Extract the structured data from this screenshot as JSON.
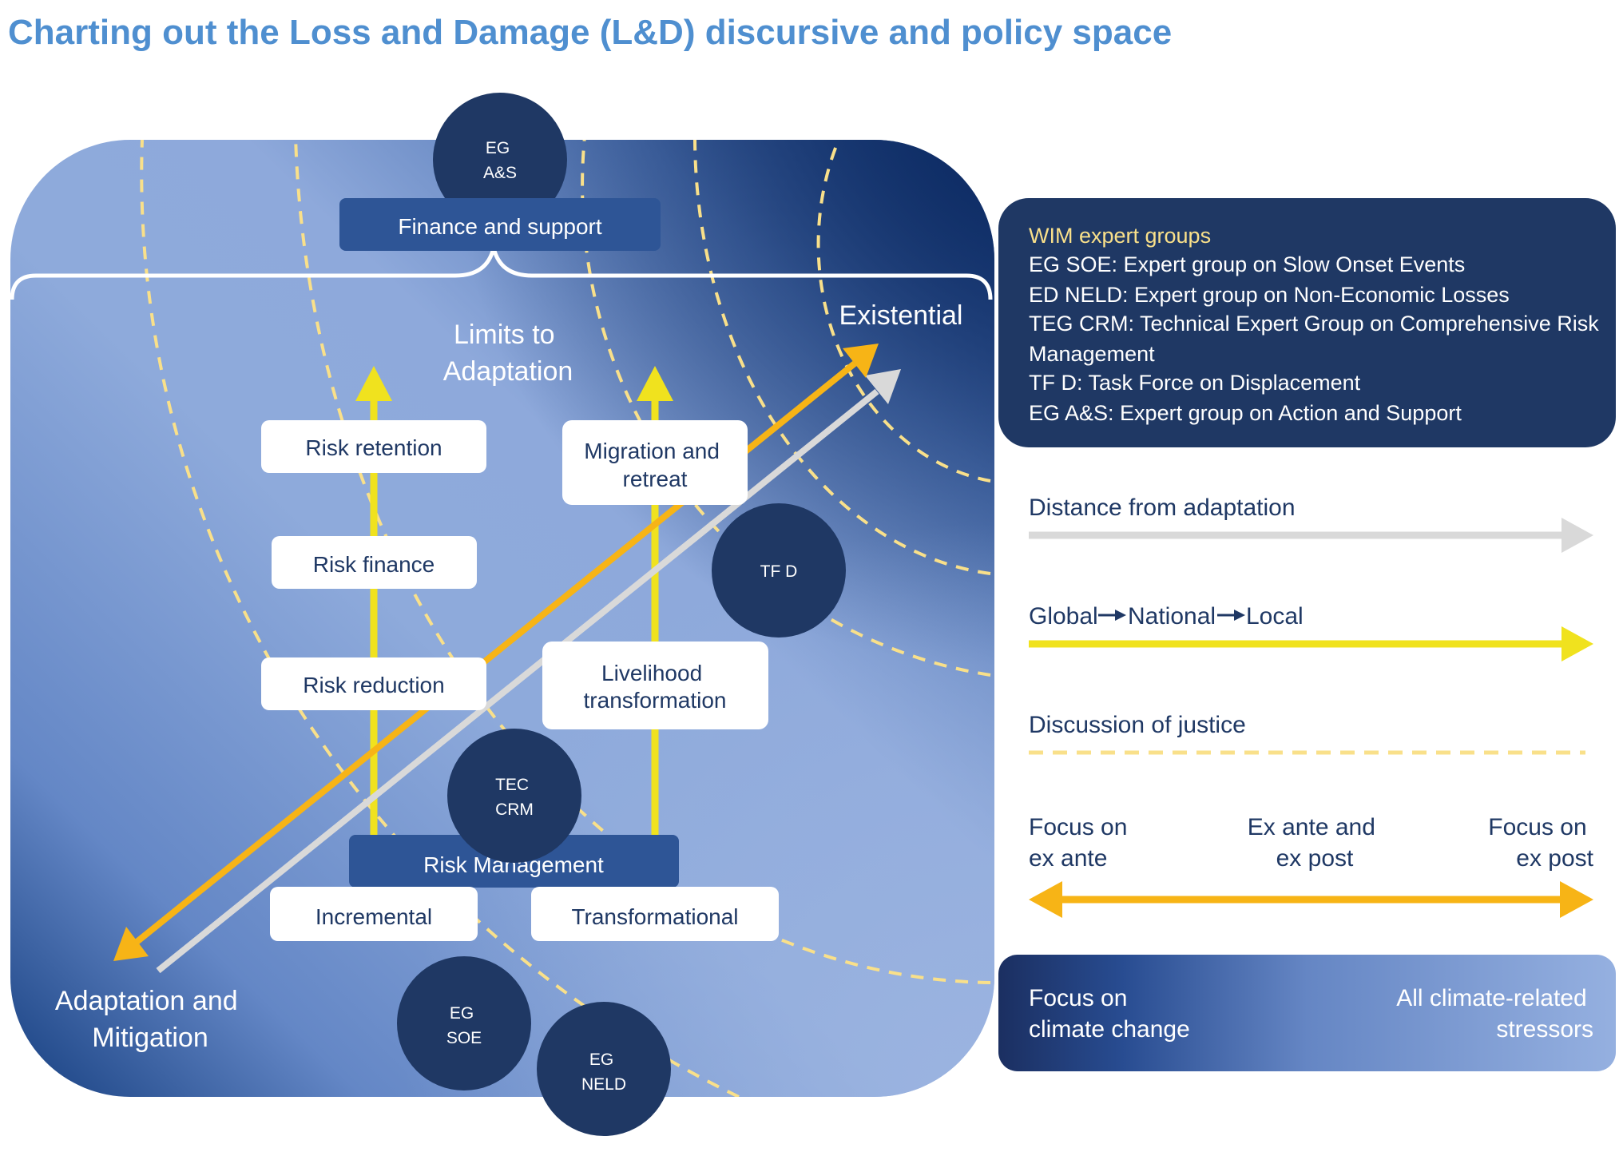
{
  "title": "Charting out the Loss and Damage (L&D) discursive and policy space",
  "colors": {
    "title": "#4f8fd0",
    "navy": "#1f3864",
    "mid_blue": "#2e5596",
    "light_blue": "#8ea9db",
    "yellow": "#f0e21e",
    "orange": "#f7b416",
    "grey_arrow": "#d9d9d9",
    "justice_dash": "#f9e08a",
    "legend_text": "#1f3864"
  },
  "diagram": {
    "top_box": "Finance and support",
    "bottom_box": "Risk Management",
    "limits_label": [
      "Limits to",
      "Adaptation"
    ],
    "existential_label": "Existential",
    "adaptation_label": [
      "Adaptation and",
      "Mitigation"
    ],
    "left_column": [
      "Risk retention",
      "Risk finance",
      "Risk reduction",
      "Incremental"
    ],
    "right_column": {
      "migration": [
        "Migration and",
        "retreat"
      ],
      "livelihood": [
        "Livelihood",
        "transformation"
      ],
      "transformational": "Transformational"
    },
    "expert_groups": [
      {
        "id": "eg_as",
        "lines": [
          "EG",
          "A&S"
        ]
      },
      {
        "id": "tf_d",
        "lines": [
          "TF D"
        ]
      },
      {
        "id": "tec_crm",
        "lines": [
          "TEC",
          "CRM"
        ]
      },
      {
        "id": "eg_soe",
        "lines": [
          "EG",
          "SOE"
        ]
      },
      {
        "id": "eg_neld",
        "lines": [
          "EG",
          "NELD"
        ]
      }
    ]
  },
  "legend": {
    "wim_title": "WIM expert groups",
    "wim_lines": [
      "EG SOE: Expert group on Slow Onset Events",
      "ED NELD: Expert group on Non-Economic Losses",
      "TEG CRM: Technical Expert Group on Comprehensive Risk",
      "Management",
      "TF D: Task Force on Displacement",
      "EG A&S: Expert group on Action and Support"
    ],
    "distance": "Distance from adaptation",
    "scale": {
      "global": "Global",
      "national": "National",
      "local": "Local"
    },
    "justice": "Discussion of justice",
    "focus": {
      "left": [
        "Focus on",
        "ex ante"
      ],
      "middle": [
        "Ex ante and",
        "ex post"
      ],
      "right": [
        "Focus on",
        "ex post"
      ]
    },
    "gradient": {
      "left": [
        "Focus on",
        "climate change"
      ],
      "right": [
        "All climate-related",
        "stressors"
      ]
    }
  }
}
